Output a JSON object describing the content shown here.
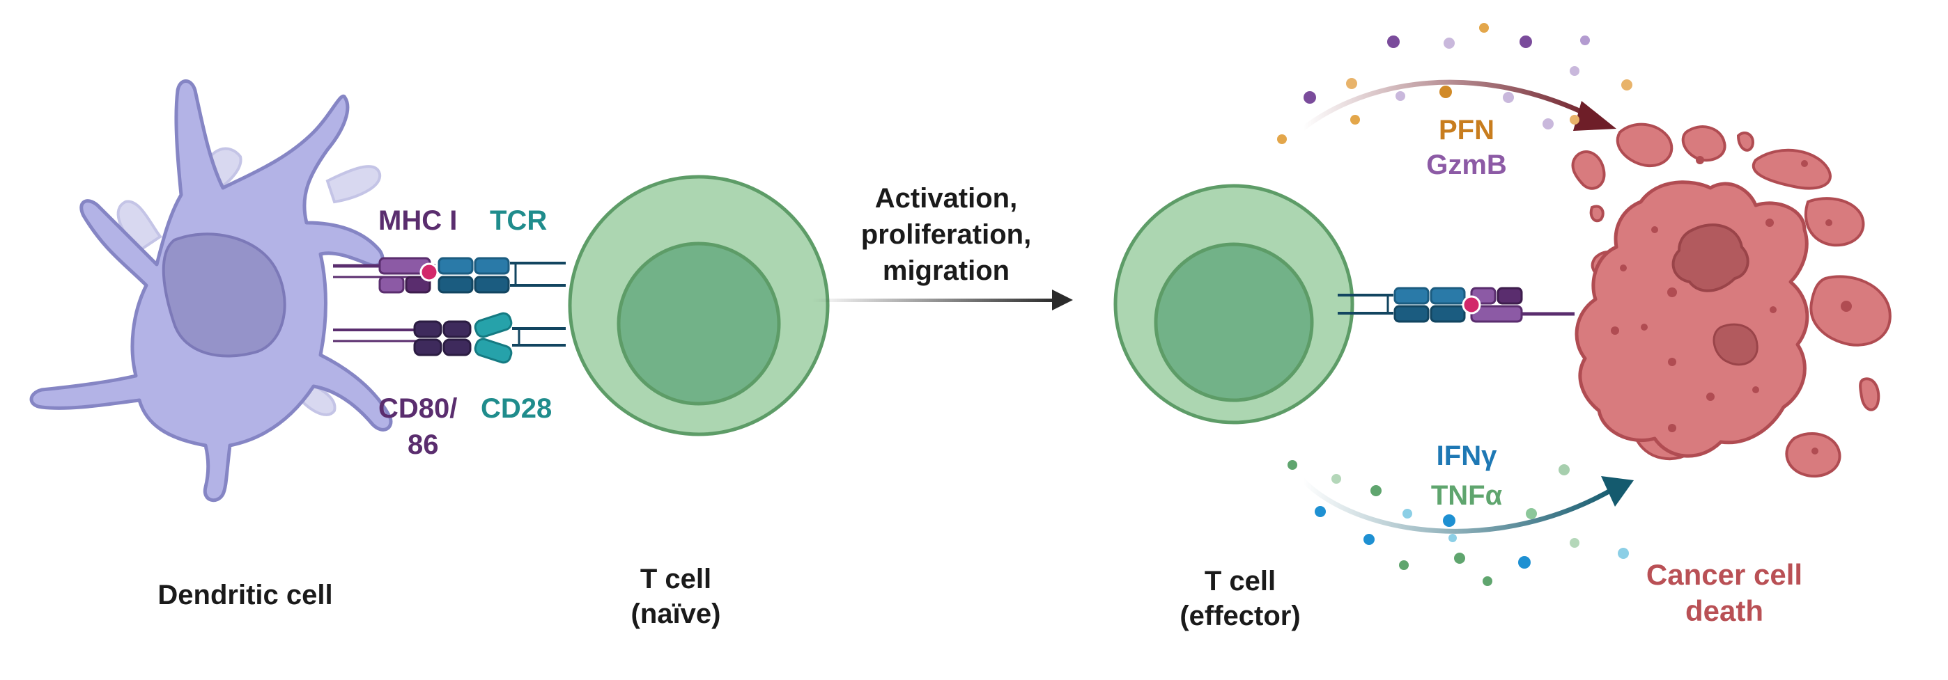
{
  "labels": {
    "mhc": "MHC I",
    "tcr": "TCR",
    "cd80": "CD80/",
    "cd86": "86",
    "cd28": "CD28",
    "dendritic": "Dendritic cell",
    "naive_line1": "T cell",
    "naive_line2": "(naïve)",
    "activation_line1": "Activation,",
    "activation_line2": "proliferation,",
    "activation_line3": "migration",
    "effector_line1": "T cell",
    "effector_line2": "(effector)",
    "pfn": "PFN",
    "gzmb": "GzmB",
    "ifng": "IFNγ",
    "tnfa": "TNFα",
    "cancer_line1": "Cancer cell",
    "cancer_line2": "death"
  },
  "colors": {
    "dendritic_fill": "#b3b3e6",
    "dendritic_nucleus": "#9593c9",
    "dendritic_outline": "#8585c4",
    "tcell_fill": "#acd6b1",
    "tcell_nucleus": "#72b288",
    "tcell_outline": "#5d9c67",
    "cancer_fill": "#d87b7e",
    "cancer_dark": "#b25a5e",
    "cancer_outline": "#b04c52",
    "mhc_purple": "#5a2d6e",
    "tcr_teal": "#1f8c8c",
    "pfn_orange": "#c87d1e",
    "gzmb_purple": "#8c5aa5",
    "ifng_blue": "#1e78b4",
    "tnfa_green": "#5fa56e",
    "cancer_text": "#b95055",
    "arrow_dark_red": "#6e1e28",
    "arrow_dark_teal": "#145a6e"
  },
  "icons": {
    "dendritic_cell": "dendritic-cell-icon",
    "naive_t_cell": "t-cell-icon",
    "effector_t_cell": "t-cell-icon",
    "cancer_cell": "cancer-cell-icon"
  }
}
